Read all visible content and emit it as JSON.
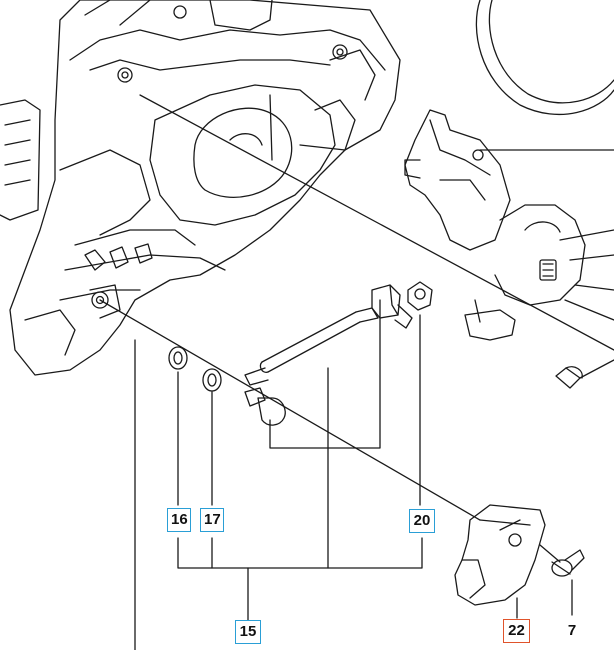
{
  "diagram": {
    "parts": [
      {
        "key": "p16",
        "number": "16",
        "frame": "blue"
      },
      {
        "key": "p17",
        "number": "17",
        "frame": "blue"
      },
      {
        "key": "p20",
        "number": "20",
        "frame": "blue"
      },
      {
        "key": "p15",
        "number": "15",
        "frame": "blue"
      },
      {
        "key": "p22",
        "number": "22",
        "frame": "red"
      },
      {
        "key": "p7",
        "number": "7",
        "frame": "none"
      }
    ],
    "colors": {
      "line": "#1a1a1a",
      "label_frame_blue": "#2a9fd6",
      "label_frame_red": "#e0532b",
      "background": "#ffffff"
    }
  }
}
